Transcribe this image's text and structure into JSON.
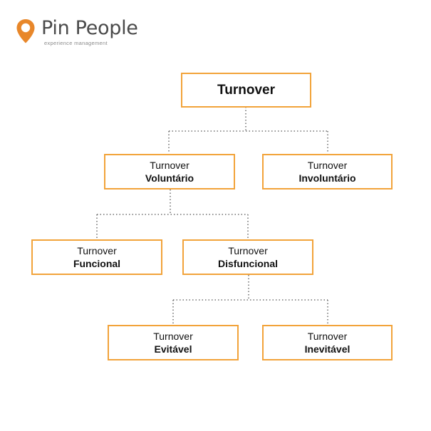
{
  "brand": {
    "name": "Pin People",
    "tagline": "experience management",
    "accent_color": "#e8872a",
    "icon": "map-pin-icon"
  },
  "diagram": {
    "border_color": "#f2a33a",
    "connector_style": "dotted",
    "root": {
      "title": "Turnover"
    },
    "voluntary": {
      "line1": "Turnover",
      "line2": "Voluntário"
    },
    "involuntary": {
      "line1": "Turnover",
      "line2": "Involuntário"
    },
    "functional": {
      "line1": "Turnover",
      "line2": "Funcional"
    },
    "dysfunctional": {
      "line1": "Turnover",
      "line2": "Disfuncional"
    },
    "avoidable": {
      "line1": "Turnover",
      "line2": "Evitável"
    },
    "unavoidable": {
      "line1": "Turnover",
      "line2": "Inevitável"
    }
  }
}
